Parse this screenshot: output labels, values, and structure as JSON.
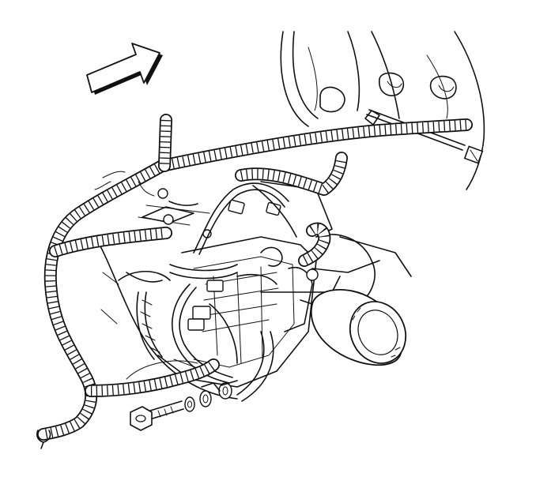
{
  "diagram": {
    "components": [
      "direction-arrow",
      "transmission-housing",
      "wiring-harness",
      "harness-branch-upper",
      "harness-branch-lower",
      "harness-bolt",
      "ground-bolts",
      "oil-filter",
      "engine-block",
      "connectors"
    ],
    "colors": {
      "ink": "#111111",
      "paper": "#ffffff"
    }
  }
}
